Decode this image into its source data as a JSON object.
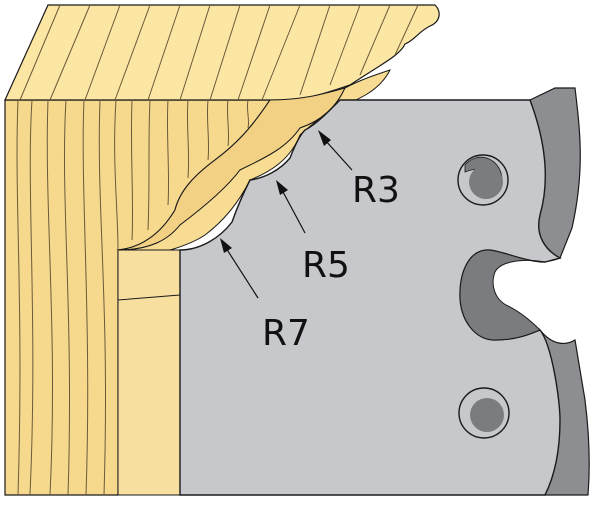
{
  "labels": {
    "r3": "R3",
    "r5": "R5",
    "r7": "R7"
  },
  "colors": {
    "wood_face": "#fbe6a3",
    "wood_end": "#f6d98d",
    "wood_shadow": "#e9c676",
    "grain": "#6b5a3a",
    "steel_face": "#c7c8cb",
    "steel_edge": "#8c8e92",
    "steel_hole": "#7a7c80",
    "outline": "#1a1a1a",
    "arrow": "#111111"
  }
}
